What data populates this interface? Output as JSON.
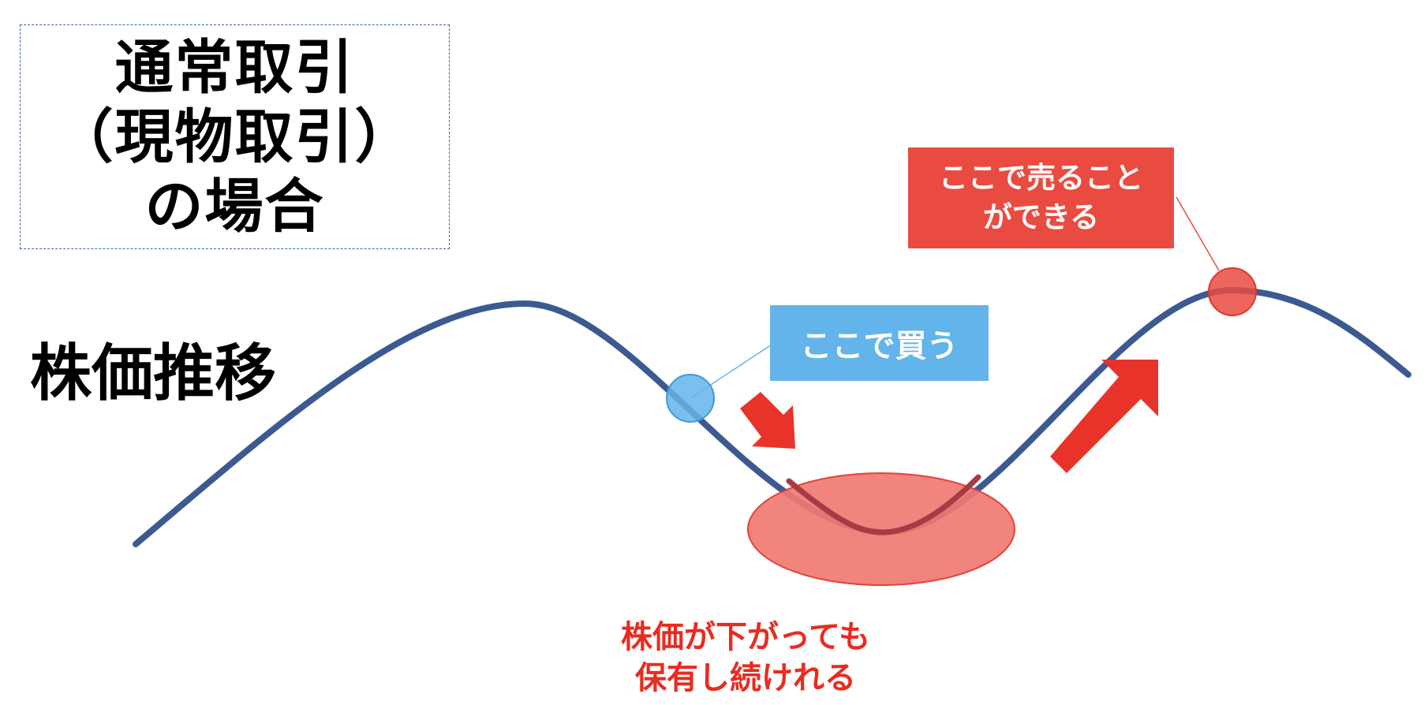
{
  "title": {
    "lines": [
      "通常取引",
      "（現物取引）",
      "の場合"
    ]
  },
  "side_label": "株価推移",
  "callouts": {
    "buy": "ここで買う",
    "sell": {
      "lines": [
        "ここで売ること",
        "ができる"
      ]
    }
  },
  "hold_note": {
    "lines": [
      "株価が下がっても",
      "保有し続けれる"
    ]
  },
  "colors": {
    "curve": "#3b5a91",
    "buy": "#63b4ea",
    "sell": "#ea4b40",
    "arrow": "#e8332a",
    "dip_highlight": "#f07a72",
    "note_text": "#ea2b1f"
  }
}
